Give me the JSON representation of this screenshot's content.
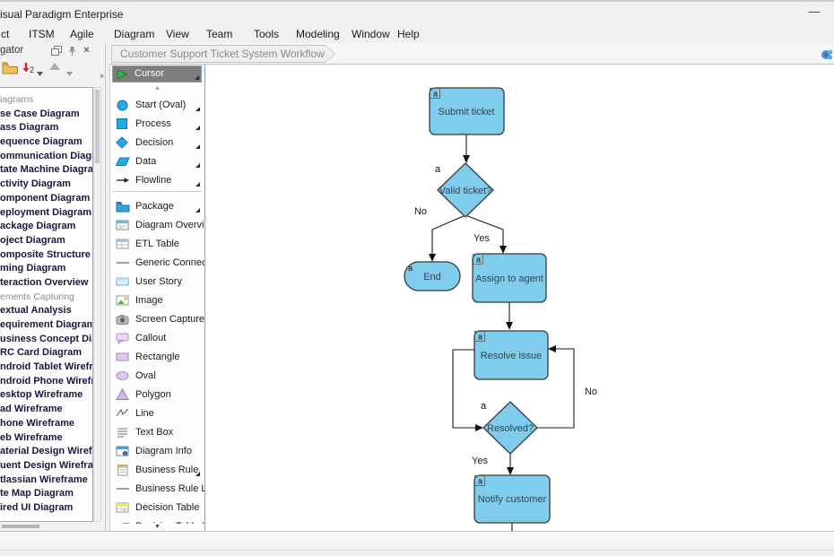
{
  "window": {
    "title": "isual Paradigm Enterprise",
    "minimize_glyph": "—"
  },
  "menu": {
    "items": [
      "ct",
      "ITSM",
      "Agile",
      "Diagram",
      "View",
      "Team",
      "Tools",
      "Modeling",
      "Window",
      "Help"
    ]
  },
  "navigator": {
    "header_title": "gator",
    "overflow_glyph": "»",
    "list": [
      {
        "label": "iagrams",
        "muted": true
      },
      {
        "label": "se Case Diagram"
      },
      {
        "label": "ass Diagram"
      },
      {
        "label": "equence Diagram"
      },
      {
        "label": "ommunication Diagra"
      },
      {
        "label": "tate Machine Diagra"
      },
      {
        "label": "ctivity Diagram"
      },
      {
        "label": "omponent Diagram"
      },
      {
        "label": "eployment Diagram"
      },
      {
        "label": "ackage Diagram"
      },
      {
        "label": "oject Diagram"
      },
      {
        "label": "omposite Structure D"
      },
      {
        "label": "ming Diagram"
      },
      {
        "label": "teraction Overview"
      },
      {
        "label": "ements Capturing",
        "muted": true
      },
      {
        "label": "extual Analysis"
      },
      {
        "label": "equirement Diagram"
      },
      {
        "label": "usiness Concept Diag"
      },
      {
        "label": "RC Card Diagram"
      },
      {
        "label": "ndroid Tablet Wirefra"
      },
      {
        "label": "ndroid Phone Wirefra"
      },
      {
        "label": "esktop Wireframe"
      },
      {
        "label": "ad Wireframe"
      },
      {
        "label": "hone Wireframe"
      },
      {
        "label": "eb Wireframe"
      },
      {
        "label": "aterial Design Wirefr"
      },
      {
        "label": "uent Design Wirefrar"
      },
      {
        "label": "tlassian Wireframe"
      },
      {
        "label": "te Map Diagram"
      },
      {
        "label": "ired UI Diagram"
      }
    ]
  },
  "breadcrumb": {
    "title": "Customer Support Ticket System Workflow"
  },
  "palette": {
    "cursor": {
      "label": "Cursor",
      "icon": "cursor-icon",
      "has_submenu": true
    },
    "collapse_glyph": "▲",
    "more_glyph": "▼",
    "items": [
      {
        "label": "Start (Oval)",
        "icon": "start-oval-icon",
        "has_submenu": true
      },
      {
        "label": "Process",
        "icon": "process-icon",
        "has_submenu": true
      },
      {
        "label": "Decision",
        "icon": "decision-icon",
        "has_submenu": true
      },
      {
        "label": "Data",
        "icon": "data-icon",
        "has_submenu": true
      },
      {
        "label": "Flowline",
        "icon": "flowline-icon",
        "has_submenu": true,
        "separator_after": true
      },
      {
        "label": "Package",
        "icon": "package-icon",
        "has_submenu": true
      },
      {
        "label": "Diagram Overview",
        "icon": "diagram-overview-icon"
      },
      {
        "label": "ETL Table",
        "icon": "etl-table-icon"
      },
      {
        "label": "Generic Connector",
        "icon": "generic-connector-icon"
      },
      {
        "label": "User Story",
        "icon": "user-story-icon"
      },
      {
        "label": "Image",
        "icon": "image-icon"
      },
      {
        "label": "Screen Capture",
        "icon": "screen-capture-icon"
      },
      {
        "label": "Callout",
        "icon": "callout-icon"
      },
      {
        "label": "Rectangle",
        "icon": "rectangle-icon"
      },
      {
        "label": "Oval",
        "icon": "oval-icon"
      },
      {
        "label": "Polygon",
        "icon": "polygon-icon"
      },
      {
        "label": "Line",
        "icon": "line-icon"
      },
      {
        "label": "Text Box",
        "icon": "text-box-icon"
      },
      {
        "label": "Diagram Info",
        "icon": "diagram-info-icon"
      },
      {
        "label": "Business Rule",
        "icon": "business-rule-icon",
        "has_submenu": true
      },
      {
        "label": "Business Rule Link",
        "icon": "business-rule-link-icon"
      },
      {
        "label": "Decision Table",
        "icon": "decision-table-icon"
      },
      {
        "label": "Decision Table Link",
        "icon": "decision-table-link-icon"
      }
    ]
  },
  "flowchart": {
    "badge": "a",
    "nodes": {
      "submit": {
        "label": "Submit ticket",
        "type": "process"
      },
      "valid": {
        "label": "Valid ticket?",
        "type": "decision"
      },
      "end": {
        "label": "End",
        "type": "terminator"
      },
      "assign": {
        "label": "Assign to agent",
        "type": "process"
      },
      "resolve": {
        "label": "Resolve issue",
        "type": "process"
      },
      "resolved": {
        "label": "Resolved?",
        "type": "decision"
      },
      "notify": {
        "label": "Notify customer",
        "type": "process"
      }
    },
    "edge_labels": {
      "valid_no": "No",
      "valid_yes": "Yes",
      "resolved_no": "No",
      "resolved_yes": "Yes"
    },
    "colors": {
      "node_fill": "#7fccec",
      "node_stroke": "#343a40",
      "edge": "#1a1a1a",
      "palette_icon_blue": "#29a9e1"
    }
  }
}
